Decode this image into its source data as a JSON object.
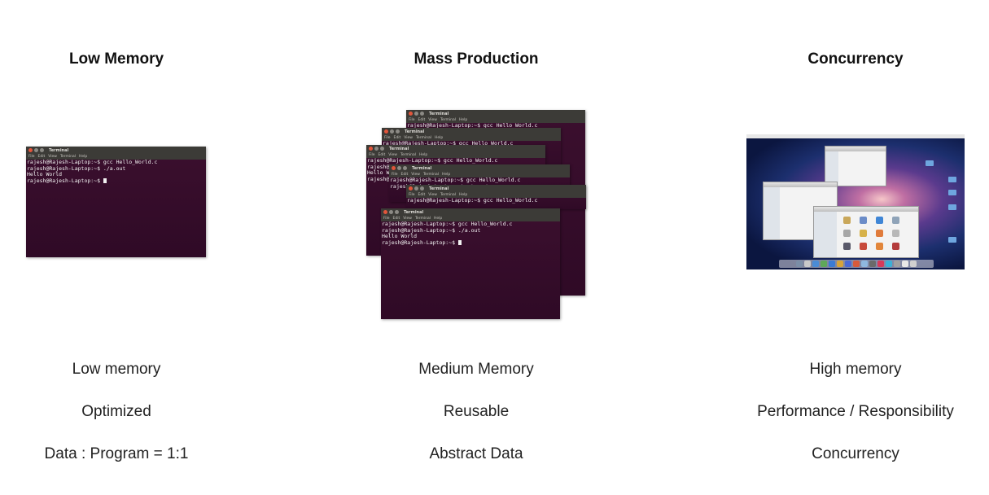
{
  "columns": [
    {
      "heading": "Low Memory",
      "lines": [
        "Low memory",
        "Optimized",
        "Data : Program = 1:1"
      ]
    },
    {
      "heading": "Mass Production",
      "lines": [
        "Medium Memory",
        "Reusable",
        "Abstract Data"
      ]
    },
    {
      "heading": "Concurrency",
      "lines": [
        "High memory",
        "Performance / Responsibility",
        "Concurrency"
      ]
    }
  ],
  "terminal": {
    "title": "Terminal",
    "menu": [
      "File",
      "Edit",
      "View",
      "Terminal",
      "Help"
    ],
    "lines": [
      "rajesh@Rajesh-Laptop:~$ gcc Hello_World.c",
      "rajesh@Rajesh-Laptop:~$ ./a.out",
      "Hello World",
      "rajesh@Rajesh-Laptop:~$ "
    ]
  },
  "colors": {
    "terminal_bg": "#2f0a26",
    "terminal_titlebar": "#3c3b37"
  }
}
